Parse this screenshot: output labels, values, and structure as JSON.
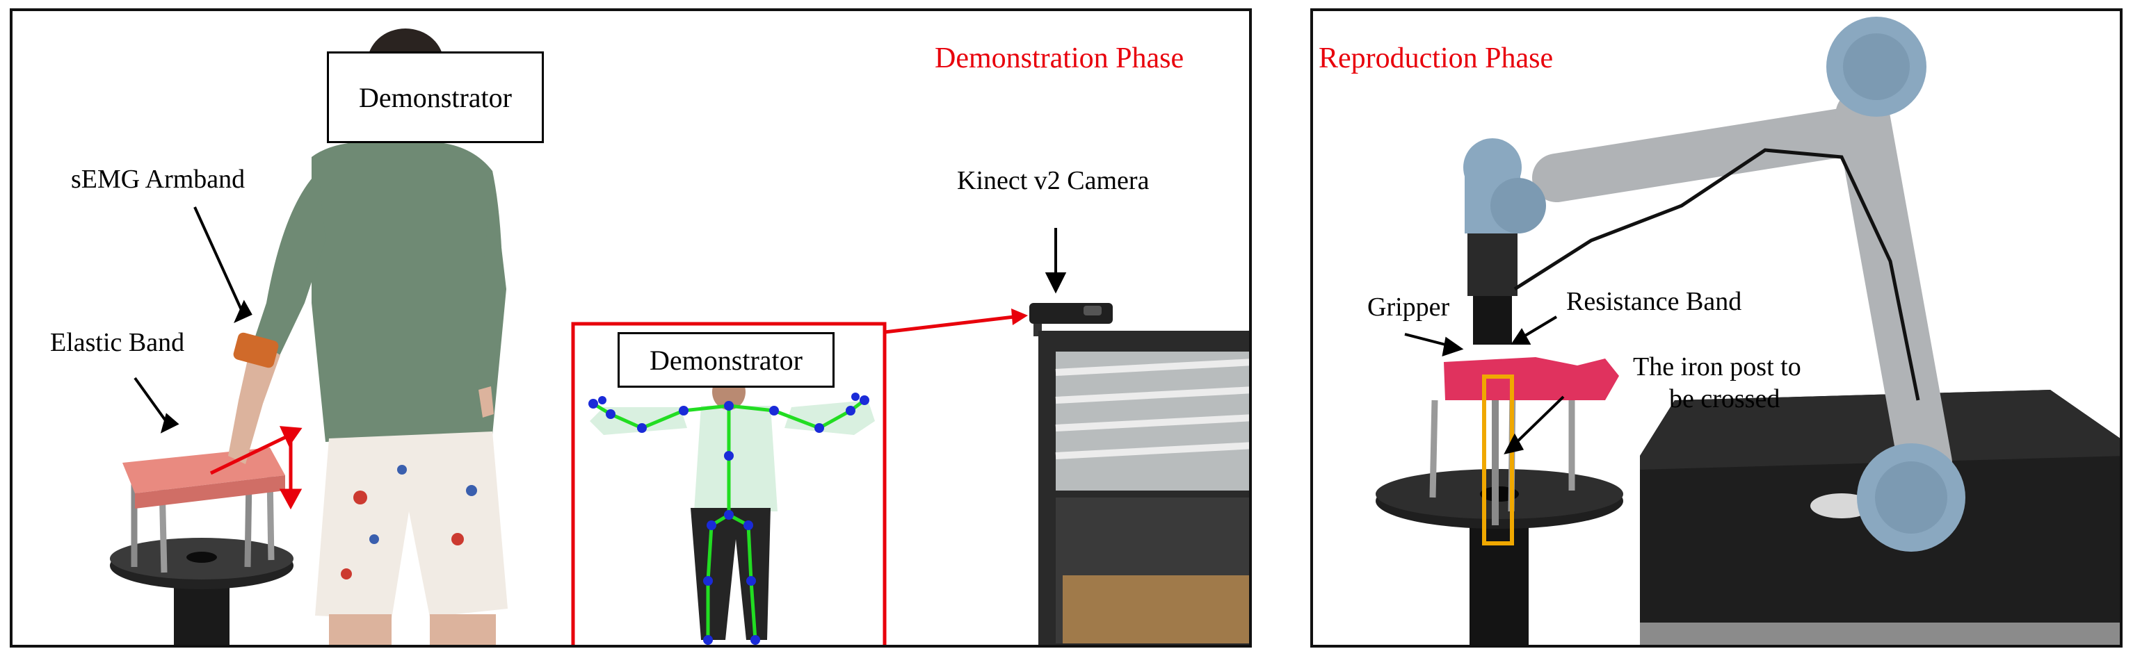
{
  "demo_panel": {
    "phase_title": "Demonstration Phase",
    "demonstrator_label": "Demonstrator",
    "semg_label": "sEMG Armband",
    "elastic_label": "Elastic Band",
    "kinect_label": "Kinect v2 Camera",
    "skeleton_label": "Demonstrator"
  },
  "repro_panel": {
    "phase_title": "Reproduction Phase",
    "gripper_label": "Gripper",
    "resistance_label": "Resistance Band",
    "iron_post_line1": "The iron post to",
    "iron_post_line2": "be crossed"
  },
  "colors": {
    "phase_title": "#e8000b",
    "arrow_red": "#e8000b",
    "skeleton_line": "#22dd22",
    "skeleton_joint": "#1a2bd8",
    "highlight_box": "#f0a800",
    "robot_blue": "#8aa8c0",
    "band_pink": "#e0325e"
  }
}
